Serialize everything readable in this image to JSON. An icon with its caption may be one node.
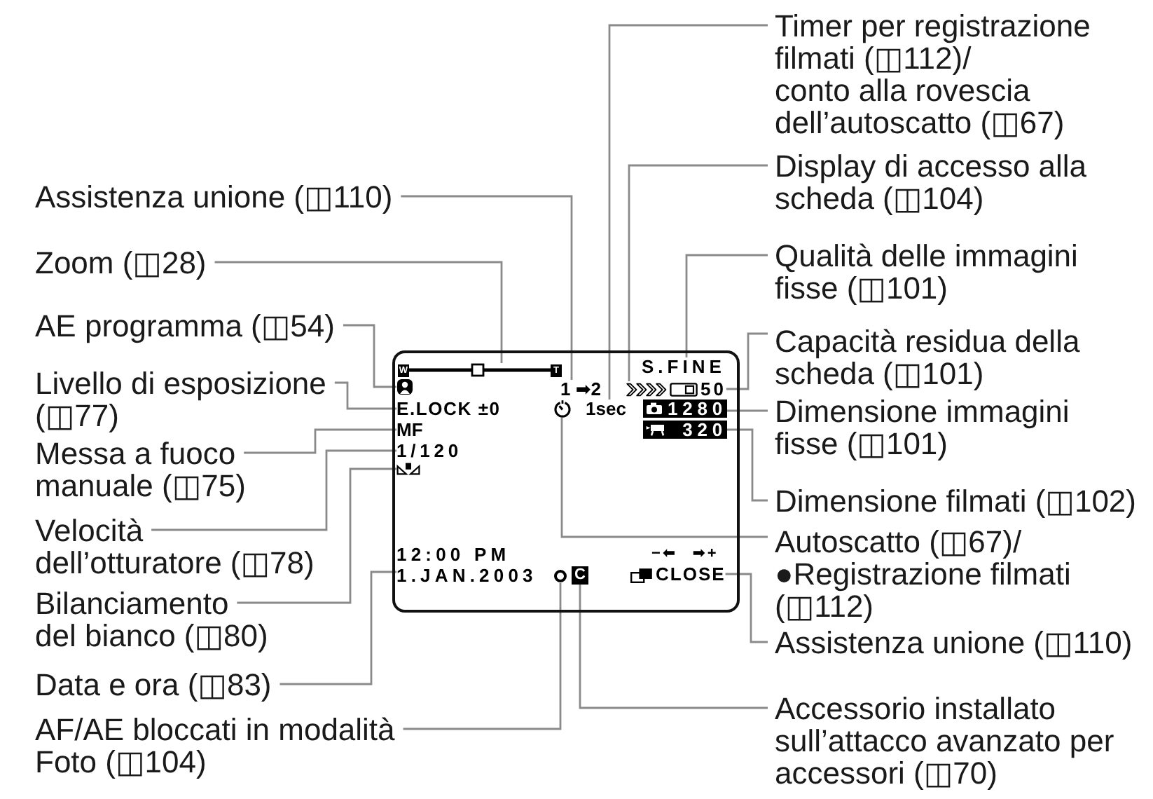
{
  "diagram": {
    "nodes": [
      {
        "text": [
          "Assistenza unione (◫110)"
        ]
      },
      {
        "text": [
          "Zoom (◫28)"
        ]
      },
      {
        "text": [
          "AE programma (◫54)"
        ]
      },
      {
        "text": [
          "Livello di esposizione (◫77)"
        ]
      },
      {
        "text": [
          "Messa a fuoco manuale (◫75)"
        ]
      },
      {
        "text": [
          "Velocità dell’otturatore (◫78)"
        ]
      },
      {
        "text": [
          "Bilanciamento del bianco (◫80)"
        ]
      },
      {
        "text": [
          "Data e ora (◫83)"
        ]
      },
      {
        "text": [
          "AF/AE bloccati in modalità Foto (◫104)"
        ]
      },
      {
        "text": [
          "Timer per registrazione filmati (◫112)/ conto alla rovescia dell’autoscatto (◫67)"
        ]
      },
      {
        "text": [
          "Display di accesso alla scheda (◫104)"
        ]
      },
      {
        "text": [
          "Qualità delle immagini fisse (◫101)"
        ]
      },
      {
        "text": [
          "Capacità residua della scheda (◫101)"
        ]
      },
      {
        "text": [
          "Dimensione immagini fisse (◫101)"
        ]
      },
      {
        "text": [
          "Dimensione filmati (◫102)"
        ]
      },
      {
        "text": [
          "Autoscatto (◫67)/ ●Registrazione filmati (◫112)"
        ]
      },
      {
        "text": [
          "Assistenza unione (◫110)"
        ]
      },
      {
        "text": [
          "Accessorio installato sull’attacco avanzato per accessori (◫70)"
        ]
      },
      {
        "text": [],
        "shape": "box"
      },
      {
        "text": [
          "W",
          "T"
        ],
        "in": 18
      },
      {
        "text": [
          "S.FINE"
        ],
        "in": 18
      },
      {
        "text": [],
        "shape": "picture",
        "in": 18
      },
      {
        "text": [
          "1 ➡2"
        ],
        "in": 18
      },
      {
        "text": [],
        "shape": "picture",
        "in": 18
      },
      {
        "text": [
          "50"
        ],
        "in": 18
      },
      {
        "text": [
          "E.LOCK ±0"
        ],
        "in": 18
      },
      {
        "text": [],
        "shape": "picture",
        "in": 18
      },
      {
        "text": [
          "1sec"
        ],
        "in": 18
      },
      {
        "text": [
          "1280"
        ],
        "in": 18
      },
      {
        "text": [
          "MF"
        ],
        "in": 18
      },
      {
        "text": [
          "320"
        ],
        "in": 18
      },
      {
        "text": [
          "1/120"
        ],
        "in": 18
      },
      {
        "text": [],
        "shape": "picture",
        "in": 18
      },
      {
        "text": [
          "12:00 PM",
          "1.JAN.2003"
        ],
        "in": 18
      },
      {
        "text": [],
        "shape": "circle",
        "in": 18
      },
      {
        "text": [
          "C"
        ],
        "in": 18
      },
      {
        "text": [
          "CLOSE"
        ],
        "in": 18
      }
    ],
    "edges": [
      {
        "from": 0,
        "to": 22,
        "arrow": "none"
      },
      {
        "from": 1,
        "to": 19,
        "arrow": "none"
      },
      {
        "from": 2,
        "to": 21,
        "arrow": "none"
      },
      {
        "from": 3,
        "to": 25,
        "arrow": "none"
      },
      {
        "from": 4,
        "to": 29,
        "arrow": "none"
      },
      {
        "from": 5,
        "to": 31,
        "arrow": "none"
      },
      {
        "from": 6,
        "to": 32,
        "arrow": "none"
      },
      {
        "from": 7,
        "to": 33,
        "arrow": "none"
      },
      {
        "from": 8,
        "to": 34,
        "arrow": "none"
      },
      {
        "from": 9,
        "to": 27,
        "arrow": "none"
      },
      {
        "from": 10,
        "to": 23,
        "arrow": "none"
      },
      {
        "from": 11,
        "to": 20,
        "arrow": "none"
      },
      {
        "from": 12,
        "to": 24,
        "arrow": "none"
      },
      {
        "from": 13,
        "to": 28,
        "arrow": "none"
      },
      {
        "from": 14,
        "to": 30,
        "arrow": "none"
      },
      {
        "from": 15,
        "to": 26,
        "arrow": "none"
      },
      {
        "from": 16,
        "to": 36,
        "arrow": "none"
      },
      {
        "from": 17,
        "to": 35,
        "arrow": "none"
      }
    ],
    "labels": [
      "−⬅ ➡+"
    ]
  }
}
